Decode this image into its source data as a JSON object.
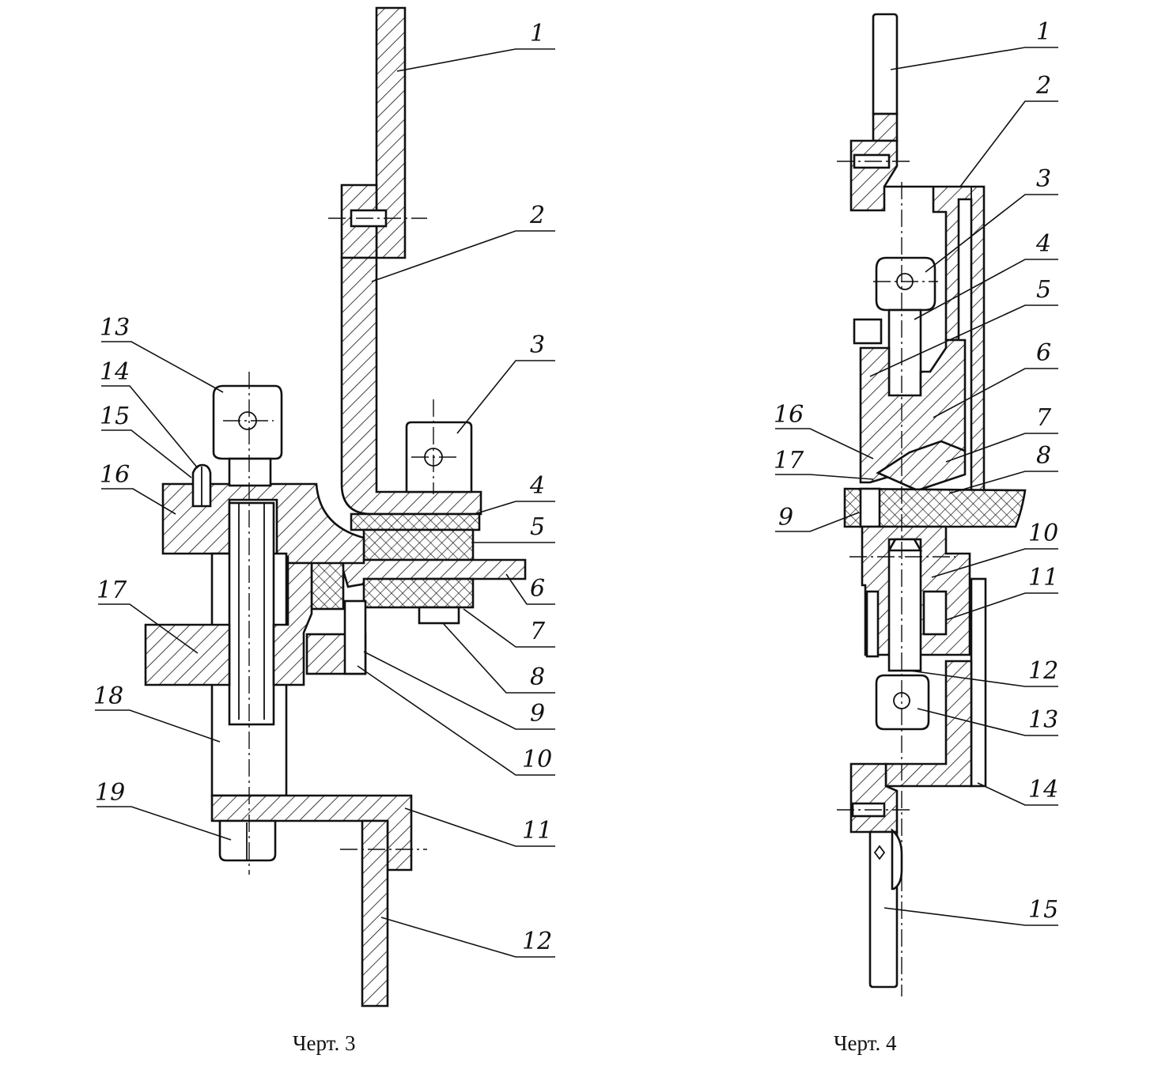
{
  "figures": [
    {
      "caption": "Черт. 3",
      "labels": [
        "1",
        "2",
        "3",
        "4",
        "5",
        "6",
        "7",
        "8",
        "9",
        "10",
        "11",
        "12",
        "13",
        "14",
        "15",
        "16",
        "17",
        "18",
        "19"
      ]
    },
    {
      "caption": "Черт. 4",
      "labels": [
        "1",
        "2",
        "3",
        "4",
        "5",
        "6",
        "7",
        "8",
        "9",
        "10",
        "11",
        "12",
        "13",
        "14",
        "15",
        "16",
        "17"
      ]
    }
  ]
}
